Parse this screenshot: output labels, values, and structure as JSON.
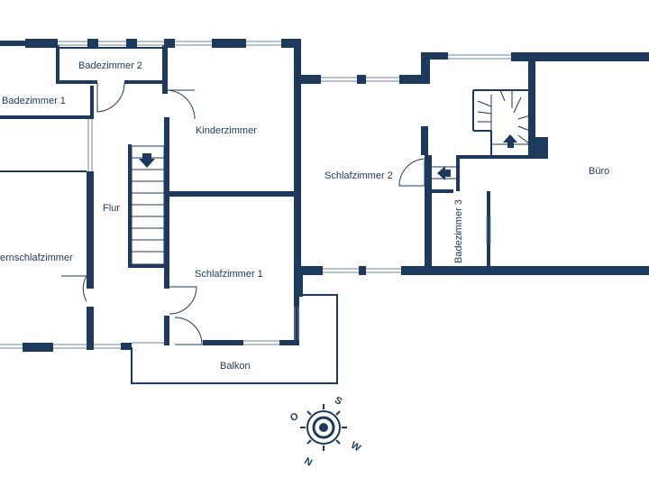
{
  "rooms": {
    "badezimmer2": "Badezimmer 2",
    "badezimmer1": "Badezimmer 1",
    "kinderzimmer": "Kinderzimmer",
    "flur": "Flur",
    "schlafzimmer2": "Schlafzimmer 2",
    "buero": "Büro",
    "badezimmer3": "Badezimmer 3",
    "elternschlafzimmer": "ernschlafzimmer",
    "schlafzimmer1": "Schlafzimmer 1",
    "balkon": "Balkon"
  },
  "compass": {
    "n": "N",
    "o": "O",
    "s": "S",
    "w": "W"
  },
  "colors": {
    "wall": "#1d3a5c",
    "window": "#6f86a0",
    "background": "#ffffff"
  }
}
